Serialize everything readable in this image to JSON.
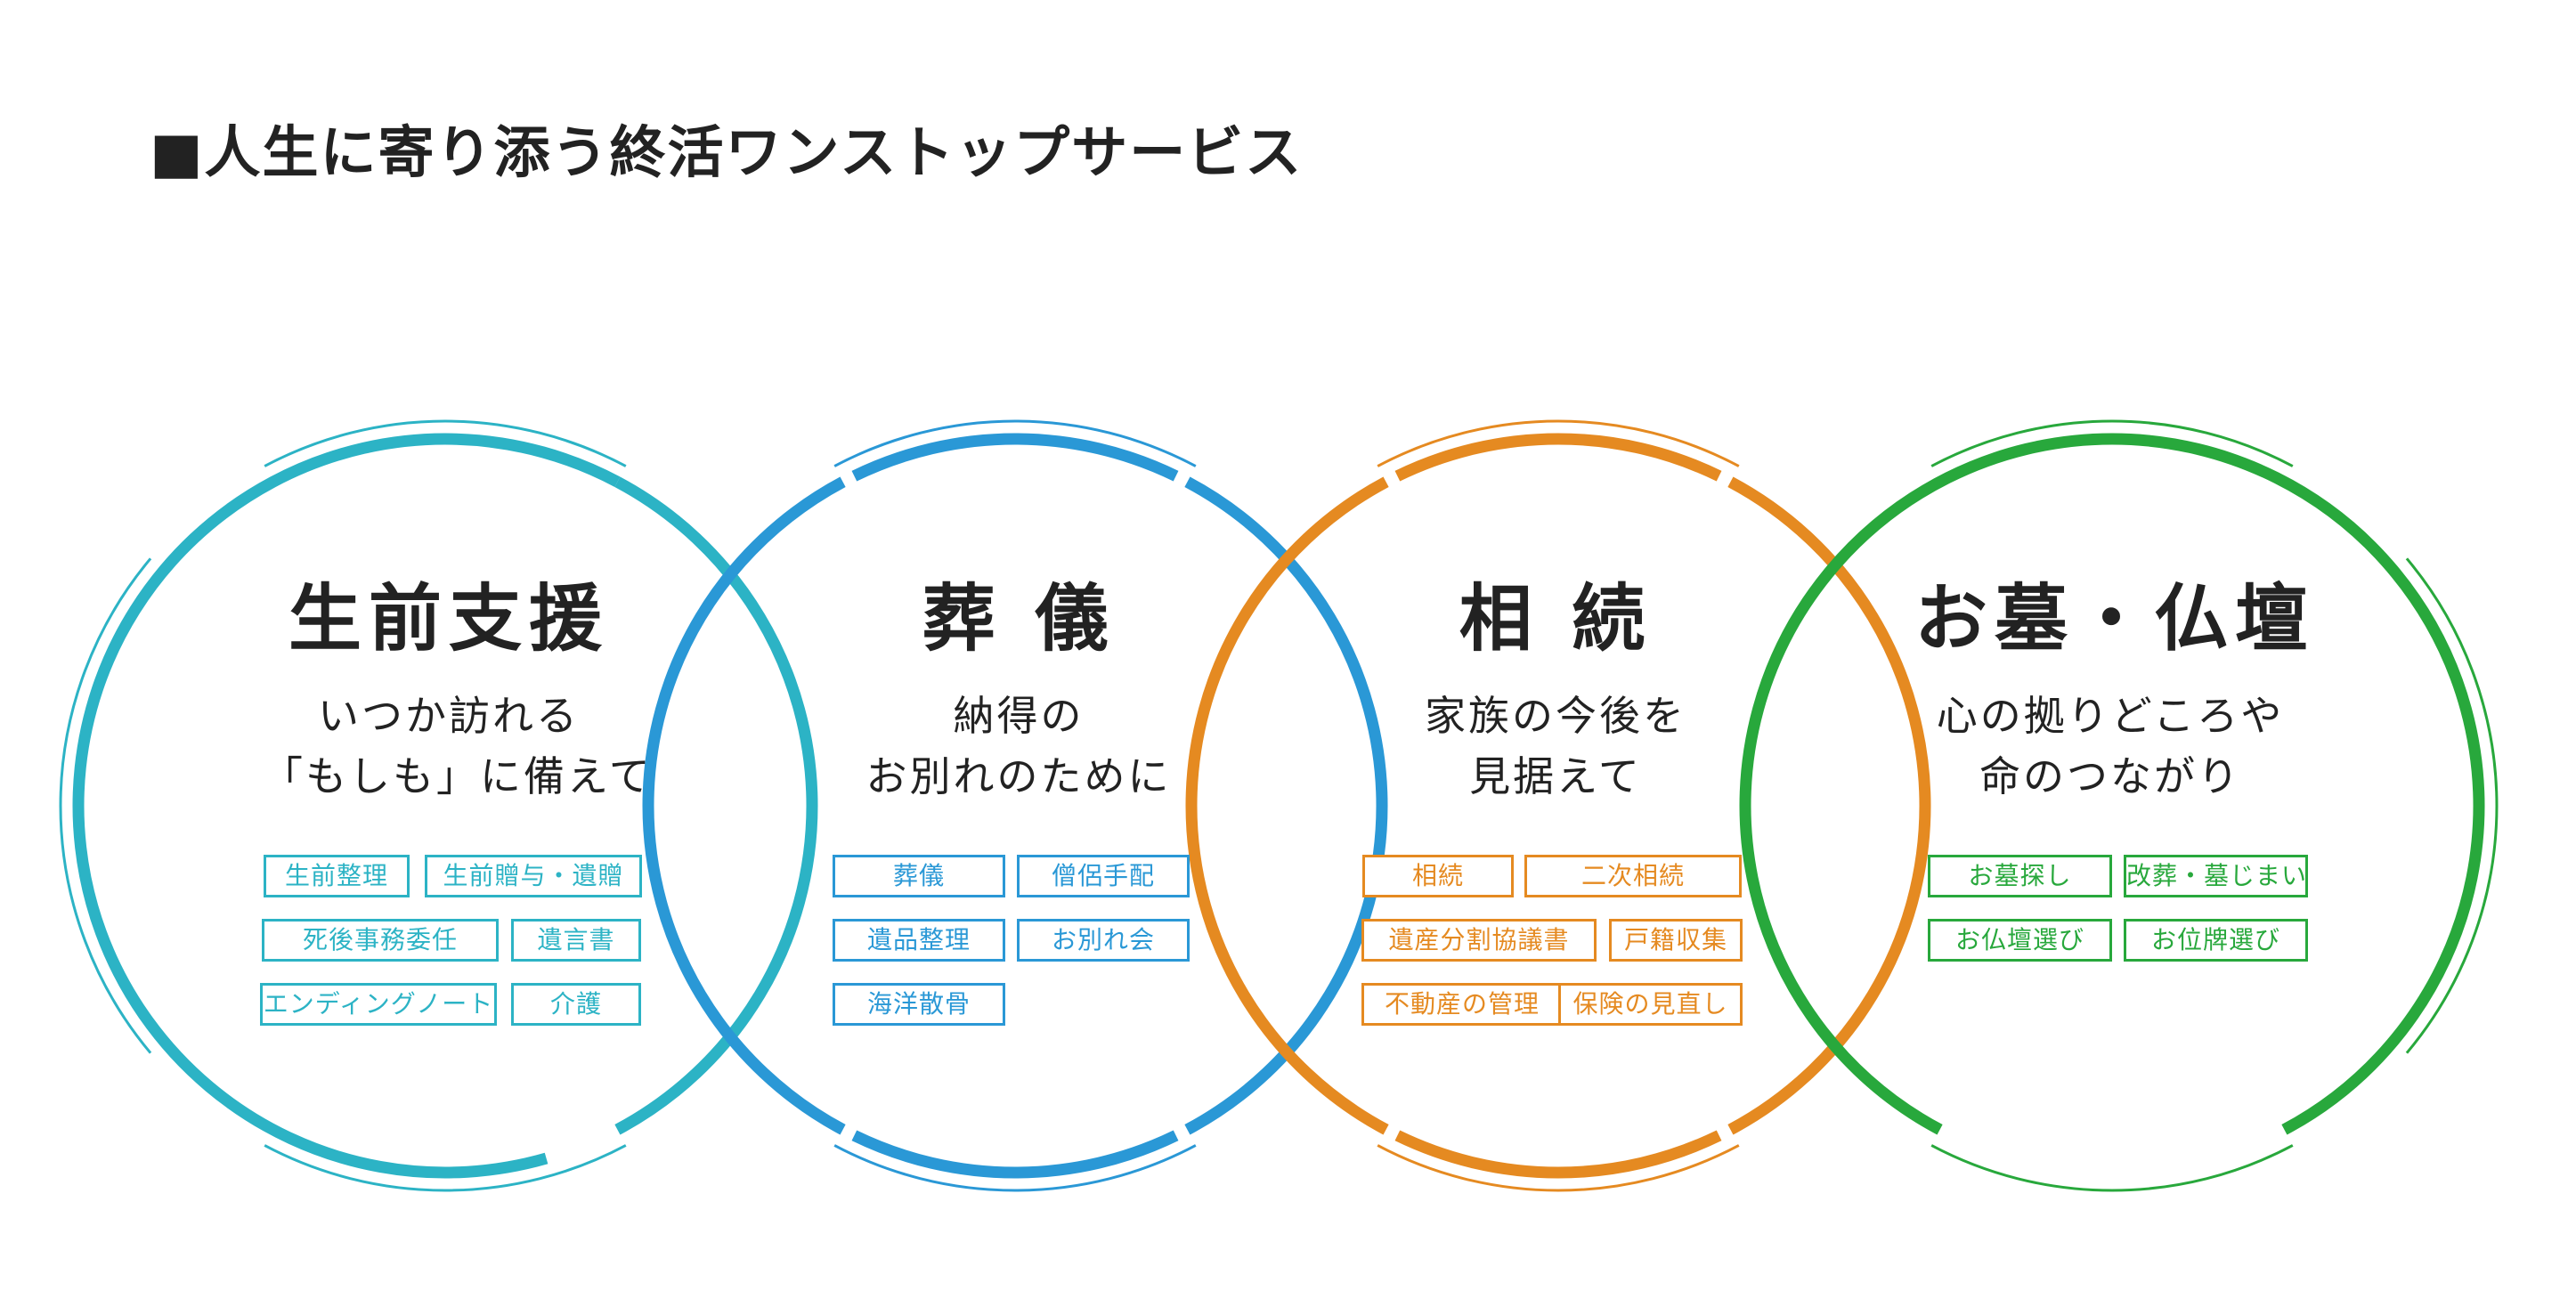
{
  "heading": "■人生に寄り添う終活ワンストップサービス",
  "services": [
    {
      "title": "生前支援",
      "subtitle": [
        "いつか訪れる",
        "「もしも」に備えて"
      ],
      "color": "#2cb3c5",
      "tags": [
        "生前整理",
        "生前贈与・遺贈",
        "死後事務委任",
        "遺言書",
        "エンディングノート",
        "介護"
      ]
    },
    {
      "title": "葬 儀",
      "subtitle": [
        "納得の",
        "お別れのために"
      ],
      "color": "#2a98d6",
      "tags": [
        "葬儀",
        "僧侶手配",
        "遺品整理",
        "お別れ会",
        "海洋散骨"
      ]
    },
    {
      "title": "相 続",
      "subtitle": [
        "家族の今後を",
        "見据えて"
      ],
      "color": "#e58a21",
      "tags": [
        "相続",
        "二次相続",
        "遺産分割協議書",
        "戸籍収集",
        "不動産の管理",
        "保険の見直し"
      ]
    },
    {
      "title": "お墓・仏壇",
      "subtitle": [
        "心の拠りどころや",
        "命のつながり"
      ],
      "color": "#28a83c",
      "tags": [
        "お墓探し",
        "改葬・墓じまい",
        "お仏壇選び",
        "お位牌選び"
      ]
    }
  ]
}
